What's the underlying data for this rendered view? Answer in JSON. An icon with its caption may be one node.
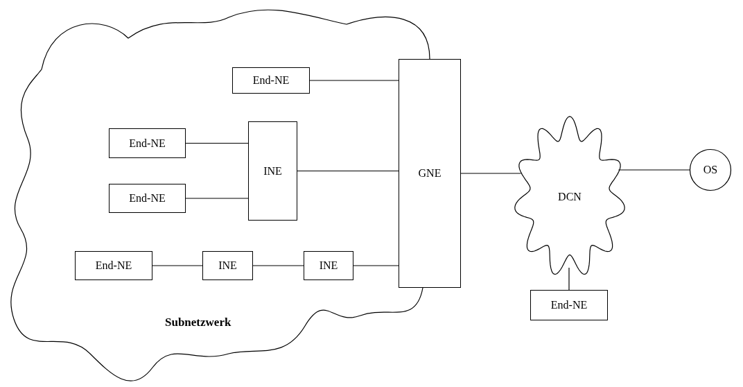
{
  "diagram": {
    "nodes": [
      {
        "text": [
          "Subnetzwerk"
        ]
      },
      {
        "text": [
          "End-NE"
        ],
        "in": 0
      },
      {
        "text": [
          "End-NE"
        ],
        "in": 0
      },
      {
        "text": [
          "End-NE"
        ],
        "in": 0
      },
      {
        "text": [
          "INE"
        ],
        "in": 0
      },
      {
        "text": [
          "End-NE"
        ],
        "in": 0
      },
      {
        "text": [
          "INE"
        ],
        "in": 0
      },
      {
        "text": [
          "INE"
        ],
        "in": 0
      },
      {
        "text": [
          "GNE"
        ]
      },
      {
        "text": [
          "DCN"
        ]
      },
      {
        "text": [
          "OS"
        ]
      },
      {
        "text": [
          "End-NE"
        ]
      }
    ],
    "edges": [
      {
        "from": 1,
        "to": 8,
        "arrow": "none"
      },
      {
        "from": 2,
        "to": 4,
        "arrow": "none"
      },
      {
        "from": 3,
        "to": 4,
        "arrow": "none"
      },
      {
        "from": 4,
        "to": 8,
        "arrow": "none"
      },
      {
        "from": 5,
        "to": 6,
        "arrow": "none"
      },
      {
        "from": 6,
        "to": 7,
        "arrow": "none"
      },
      {
        "from": 7,
        "to": 8,
        "arrow": "none"
      },
      {
        "from": 8,
        "to": 9,
        "arrow": "none"
      },
      {
        "from": 9,
        "to": 10,
        "arrow": "none"
      },
      {
        "from": 9,
        "to": 11,
        "arrow": "none"
      }
    ]
  }
}
